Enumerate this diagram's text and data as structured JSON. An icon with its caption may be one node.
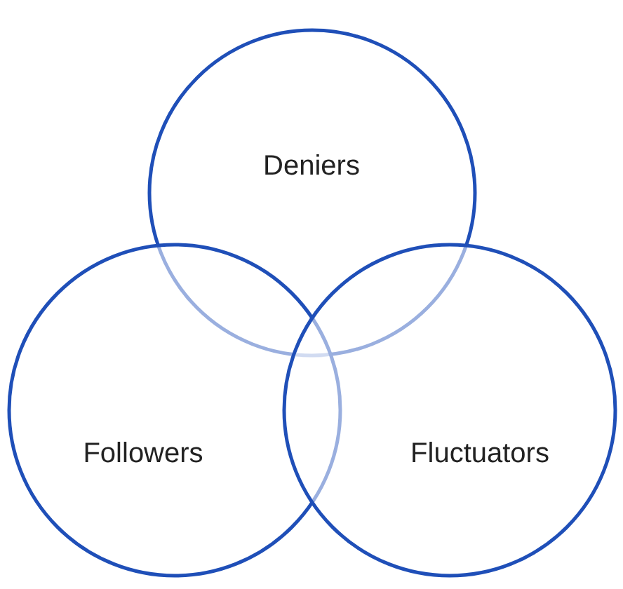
{
  "diagram": {
    "nodes": [
      {
        "text": [
          "Deniers"
        ]
      },
      {
        "text": [
          "Followers"
        ]
      },
      {
        "text": [
          "Fluctuators"
        ]
      }
    ]
  }
}
